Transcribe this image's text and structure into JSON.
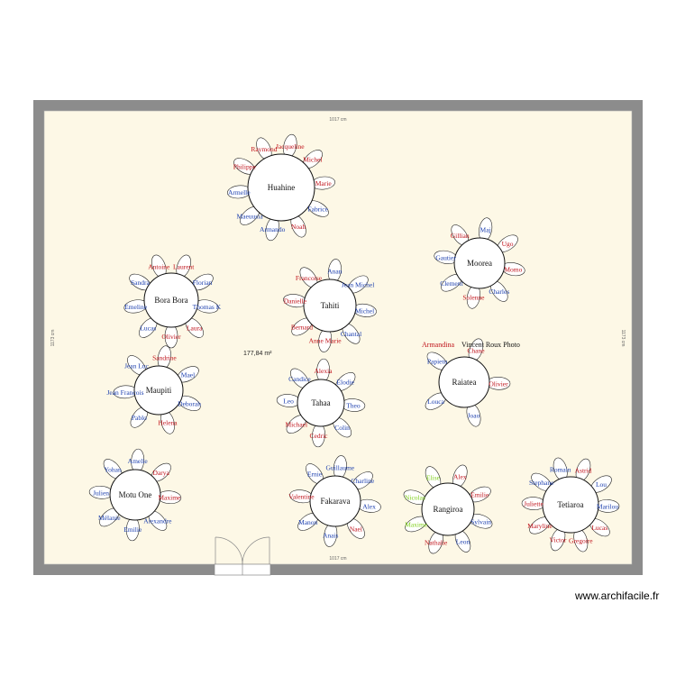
{
  "plan": {
    "width_label": "1017 cm",
    "height_label": "1173 cm",
    "area_label": "177,84 m²",
    "watermark": "www.archifacile.fr"
  },
  "colors": {
    "wall": "#8c8c8c",
    "floor": "#fdf8e6",
    "red": "#c0121a",
    "blue": "#1c3fae",
    "green": "#7fcf1a"
  },
  "tables": [
    {
      "name": "Huahine",
      "guests": [
        {
          "name": "Jacqueline",
          "color": "red"
        },
        {
          "name": "Michel",
          "color": "red"
        },
        {
          "name": "Marie",
          "color": "red"
        },
        {
          "name": "Fabrice",
          "color": "blue"
        },
        {
          "name": "Noah",
          "color": "red"
        },
        {
          "name": "Armando",
          "color": "blue"
        },
        {
          "name": "Maeuusia",
          "color": "blue"
        },
        {
          "name": "Armelle",
          "color": "blue"
        },
        {
          "name": "Philippe",
          "color": "red"
        },
        {
          "name": "Raymond",
          "color": "red"
        }
      ]
    },
    {
      "name": "Moorea",
      "guests": [
        {
          "name": "Maj",
          "color": "blue"
        },
        {
          "name": "Ugo",
          "color": "red"
        },
        {
          "name": "Momo",
          "color": "red"
        },
        {
          "name": "Charles",
          "color": "blue"
        },
        {
          "name": "Solenne",
          "color": "red"
        },
        {
          "name": "Clement",
          "color": "blue"
        },
        {
          "name": "Gautier",
          "color": "blue"
        },
        {
          "name": "Gillian",
          "color": "red"
        }
      ]
    },
    {
      "name": "Bora Bora",
      "guests": [
        {
          "name": "Laurent",
          "color": "red"
        },
        {
          "name": "Florian",
          "color": "blue"
        },
        {
          "name": "Thomas K",
          "color": "blue"
        },
        {
          "name": "Laura",
          "color": "red"
        },
        {
          "name": "Olivier",
          "color": "red"
        },
        {
          "name": "Lucas",
          "color": "blue"
        },
        {
          "name": "Emeline",
          "color": "blue"
        },
        {
          "name": "Sandra",
          "color": "blue"
        },
        {
          "name": "Antoine",
          "color": "red"
        }
      ]
    },
    {
      "name": "Tahiti",
      "guests": [
        {
          "name": "Anan",
          "color": "blue"
        },
        {
          "name": "Jean Michel",
          "color": "blue"
        },
        {
          "name": "Michel",
          "color": "blue"
        },
        {
          "name": "Chantal",
          "color": "blue"
        },
        {
          "name": "Anne Marie",
          "color": "red"
        },
        {
          "name": "Bernard",
          "color": "red"
        },
        {
          "name": "Danielle",
          "color": "red"
        },
        {
          "name": "Francoise",
          "color": "red"
        }
      ]
    },
    {
      "name": "Maupiti",
      "guests": [
        {
          "name": "Sandrine",
          "color": "red"
        },
        {
          "name": "Mael",
          "color": "blue"
        },
        {
          "name": "Deborah",
          "color": "blue"
        },
        {
          "name": "Helena",
          "color": "red"
        },
        {
          "name": "Pablo",
          "color": "blue"
        },
        {
          "name": "Jean Francois",
          "color": "blue"
        },
        {
          "name": "Jean Luc",
          "color": "blue"
        }
      ]
    },
    {
      "name": "Tahaa",
      "guests": [
        {
          "name": "Alexia",
          "color": "red"
        },
        {
          "name": "Elodie",
          "color": "blue"
        },
        {
          "name": "Theo",
          "color": "blue"
        },
        {
          "name": "Colin",
          "color": "blue"
        },
        {
          "name": "Cedric",
          "color": "red"
        },
        {
          "name": "Michael",
          "color": "red"
        },
        {
          "name": "Leo",
          "color": "blue"
        },
        {
          "name": "Candice",
          "color": "blue"
        }
      ]
    },
    {
      "name": "Raiatea",
      "guests": [
        {
          "name": "Olivier",
          "color": "red"
        },
        {
          "name": "Joao",
          "color": "blue"
        },
        {
          "name": "Louca",
          "color": "blue"
        },
        {
          "name": "Papietu",
          "color": "blue"
        },
        {
          "name": "Chane",
          "color": "red"
        }
      ]
    },
    {
      "name": "Motu One",
      "guests": [
        {
          "name": "Amelie",
          "color": "blue"
        },
        {
          "name": "Darya",
          "color": "red"
        },
        {
          "name": "Maxime",
          "color": "red"
        },
        {
          "name": "Alexandre",
          "color": "blue"
        },
        {
          "name": "Emilie",
          "color": "blue"
        },
        {
          "name": "Mélanie",
          "color": "blue"
        },
        {
          "name": "Julien",
          "color": "blue"
        },
        {
          "name": "Yohan",
          "color": "blue"
        }
      ]
    },
    {
      "name": "Fakarava",
      "guests": [
        {
          "name": "Guillaume",
          "color": "blue"
        },
        {
          "name": "Charline",
          "color": "blue"
        },
        {
          "name": "Alex",
          "color": "blue"
        },
        {
          "name": "Nael",
          "color": "red"
        },
        {
          "name": "Anais",
          "color": "blue"
        },
        {
          "name": "Manon",
          "color": "blue"
        },
        {
          "name": "Valentine",
          "color": "red"
        },
        {
          "name": "Ernie",
          "color": "blue"
        }
      ]
    },
    {
      "name": "Rangiroa",
      "guests": [
        {
          "name": "Alex",
          "color": "red"
        },
        {
          "name": "Emilie",
          "color": "red"
        },
        {
          "name": "Sylvain",
          "color": "blue"
        },
        {
          "name": "Leon",
          "color": "blue"
        },
        {
          "name": "Nathalie",
          "color": "red"
        },
        {
          "name": "Maxime",
          "color": "green"
        },
        {
          "name": "Nicolas",
          "color": "green"
        },
        {
          "name": "Elise",
          "color": "green"
        }
      ]
    },
    {
      "name": "Tetiaroa",
      "guests": [
        {
          "name": "Astrid",
          "color": "red"
        },
        {
          "name": "Lou",
          "color": "blue"
        },
        {
          "name": "Marilou",
          "color": "blue"
        },
        {
          "name": "Lucas",
          "color": "red"
        },
        {
          "name": "Gregoire",
          "color": "red"
        },
        {
          "name": "Victor",
          "color": "red"
        },
        {
          "name": "Maryline",
          "color": "red"
        },
        {
          "name": "Juliette",
          "color": "red"
        },
        {
          "name": "Stephane",
          "color": "blue"
        },
        {
          "name": "Romain",
          "color": "blue"
        }
      ]
    }
  ],
  "labels": [
    {
      "text": "Armandina",
      "color": "red"
    },
    {
      "text": "Vincent Roux Photo",
      "color": "black"
    }
  ]
}
